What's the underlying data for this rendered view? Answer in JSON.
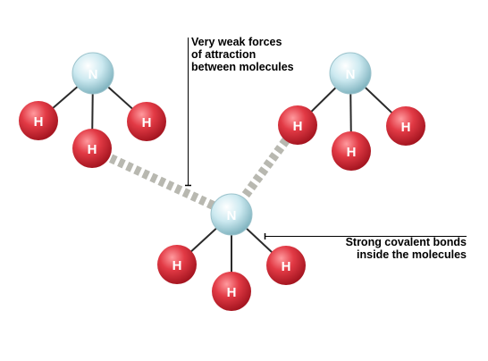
{
  "atoms": {
    "nitrogen": "N",
    "hydrogen": "H"
  },
  "annotations": {
    "weak_forces": [
      "Very weak forces",
      "of attraction",
      "between molecules"
    ],
    "covalent_bonds": [
      "Strong covalent bonds",
      "inside the molecules"
    ]
  },
  "colors": {
    "nitrogen": "#c4e6ee",
    "hydrogen": "#d82a36",
    "bond": "#2b2b2b",
    "intermolecular": "#b8b8b0"
  }
}
